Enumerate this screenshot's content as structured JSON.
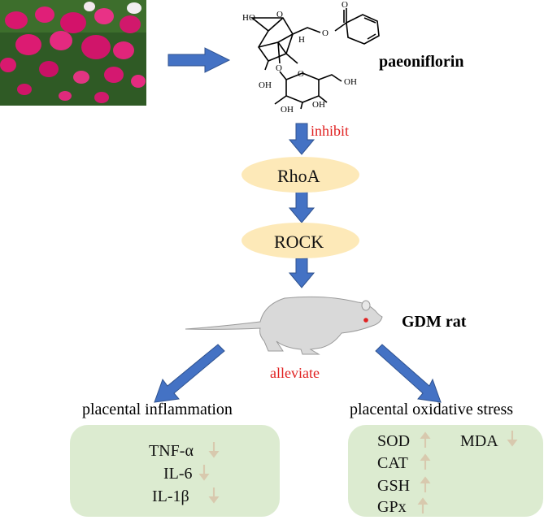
{
  "compound": {
    "name": "paeoniflorin",
    "atoms": {
      "ho_top": "HO",
      "o_ring": "O",
      "o_ester": "O",
      "o_carbonyl": "O",
      "h_right": "H",
      "o_glyco": "O",
      "o_sugar": "O",
      "oh1": "OH",
      "oh2": "OH",
      "oh3": "OH",
      "oh4": "OH"
    }
  },
  "pathway": {
    "inhibit_label": "inhibit",
    "nodes": [
      {
        "label": "RhoA",
        "trend": "down"
      },
      {
        "label": "ROCK",
        "trend": "down"
      }
    ]
  },
  "model": {
    "label": "GDM rat",
    "effect_label": "alleviate"
  },
  "outcomes": {
    "inflammation": {
      "title": "placental inflammation",
      "markers": [
        {
          "label": "TNF-α",
          "trend": "down"
        },
        {
          "label": "IL-6",
          "trend": "down"
        },
        {
          "label": "IL-1β",
          "trend": "down"
        }
      ]
    },
    "oxidative": {
      "title": "placental oxidative stress",
      "markers": [
        {
          "label": "SOD",
          "trend": "up"
        },
        {
          "label": "CAT",
          "trend": "up"
        },
        {
          "label": "GSH",
          "trend": "up"
        },
        {
          "label": "GPx",
          "trend": "up"
        },
        {
          "label": "MDA",
          "trend": "down"
        }
      ]
    }
  },
  "colors": {
    "arrow": "#4472c4",
    "trend": "#e02020",
    "node_fill": "#fde9b8",
    "box_fill": "#d6e7c8"
  }
}
